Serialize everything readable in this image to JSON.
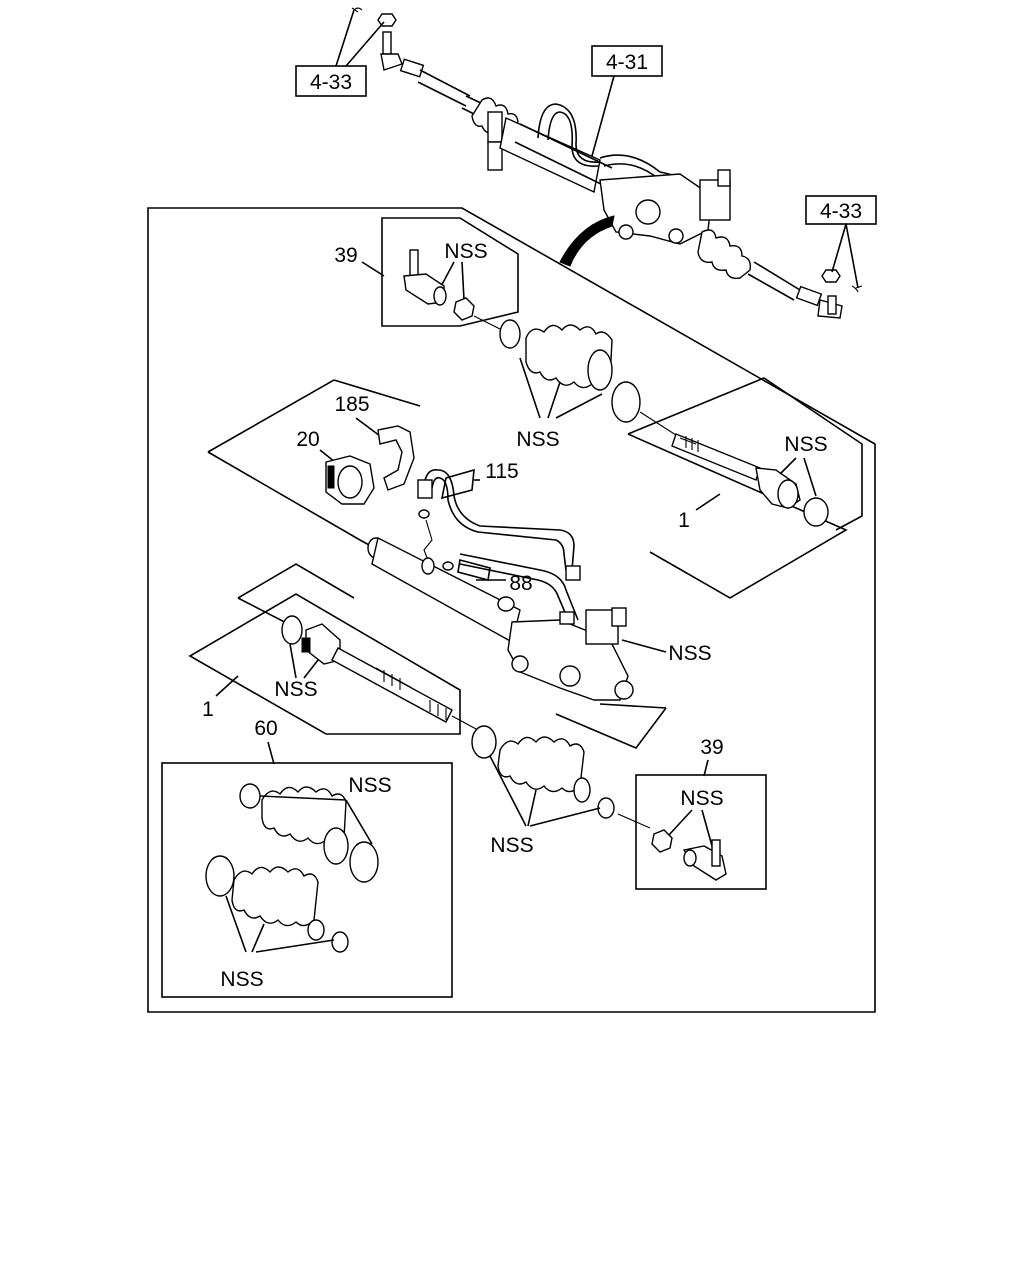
{
  "refs": {
    "top_left": "4-33",
    "top_main": "4-31",
    "top_right": "4-33"
  },
  "labels": {
    "tie_rod_end_top": "39",
    "tie_rod_end_top_nss": "NSS",
    "boot_top_nss": "NSS",
    "clamp_185": "185",
    "bushing_20": "20",
    "pipe_115": "115",
    "pipe_88": "88",
    "rack_right_nss": "NSS",
    "inner_rod_right_nss": "NSS",
    "inner_rod_right_num": "1",
    "inner_rod_left_nss": "NSS",
    "inner_rod_left_num": "1",
    "boot_kit_60": "60",
    "boot_kit_nss_top": "NSS",
    "boot_kit_nss_bottom": "NSS",
    "boot_bottom_nss": "NSS",
    "tie_rod_end_bottom": "39",
    "tie_rod_end_bottom_nss": "NSS"
  }
}
